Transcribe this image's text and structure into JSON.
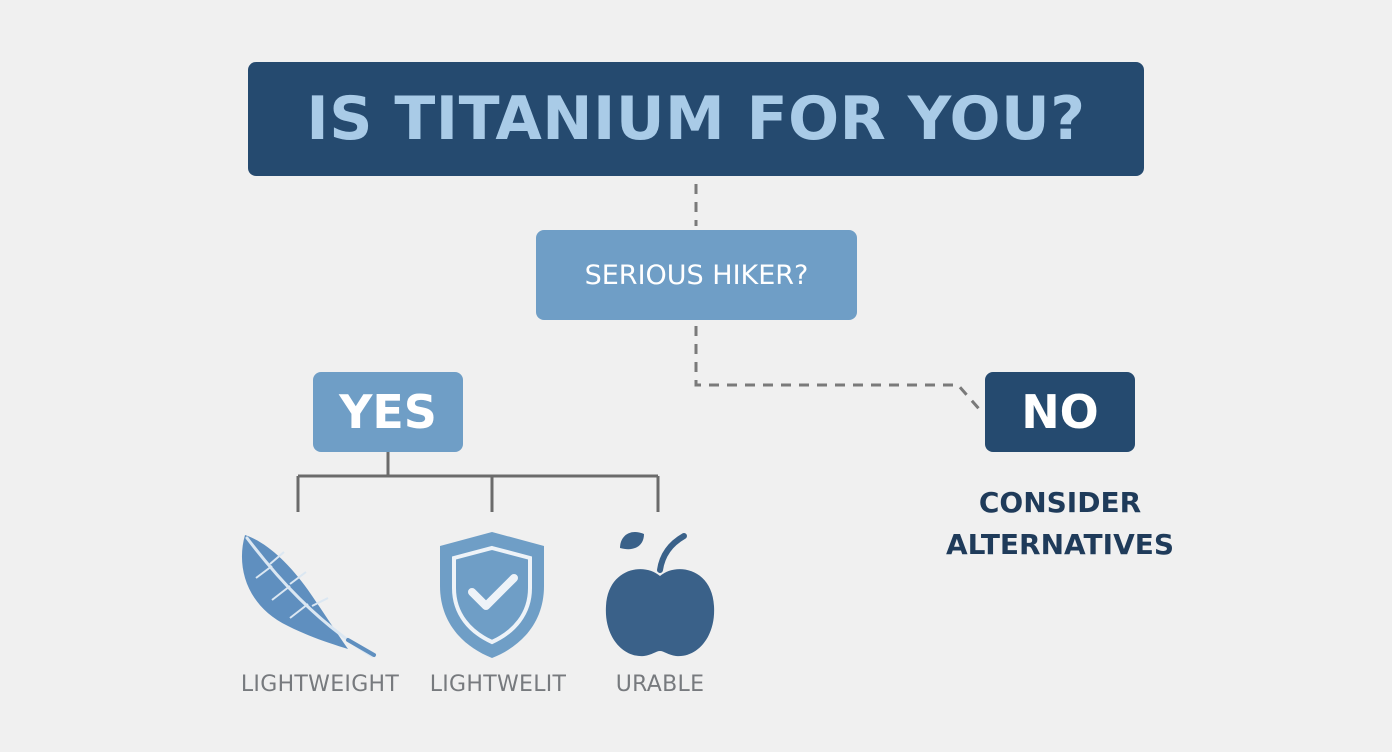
{
  "title": "IS TITANIUM FOR YOU?",
  "question": "SERIOUS HIKER?",
  "yes": {
    "label": "YES",
    "benefits": [
      {
        "icon": "feather-icon",
        "label": "LIGHTWEIGHT"
      },
      {
        "icon": "shield-check-icon",
        "label": "LIGHTWELIT"
      },
      {
        "icon": "apple-icon",
        "label": "URABLE"
      }
    ]
  },
  "no": {
    "label": "NO",
    "result_line1": "CONSIDER",
    "result_line2": "ALTERNATIVES"
  },
  "colors": {
    "background": "#f0f0f0",
    "dark_blue": "#254a6f",
    "mid_blue": "#6f9ec6",
    "light_blue_text": "#a9cbe7",
    "icon_dark": "#3a6189",
    "icon_mid": "#5f8fbf",
    "connector": "#777777"
  }
}
